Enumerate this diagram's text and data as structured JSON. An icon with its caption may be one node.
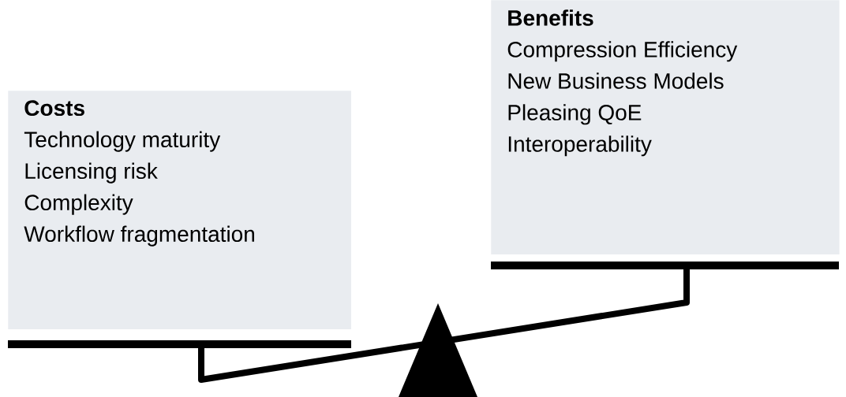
{
  "diagram": {
    "nodes": [
      {
        "text": [
          "Costs",
          "Technology maturity",
          "Licensing risk",
          "Complexity",
          "Workflow fragmentation"
        ]
      },
      {
        "text": [
          "Benefits",
          "Compression Efficiency",
          "New Business Models",
          "Pleasing QoE",
          "Interoperability"
        ]
      }
    ]
  }
}
